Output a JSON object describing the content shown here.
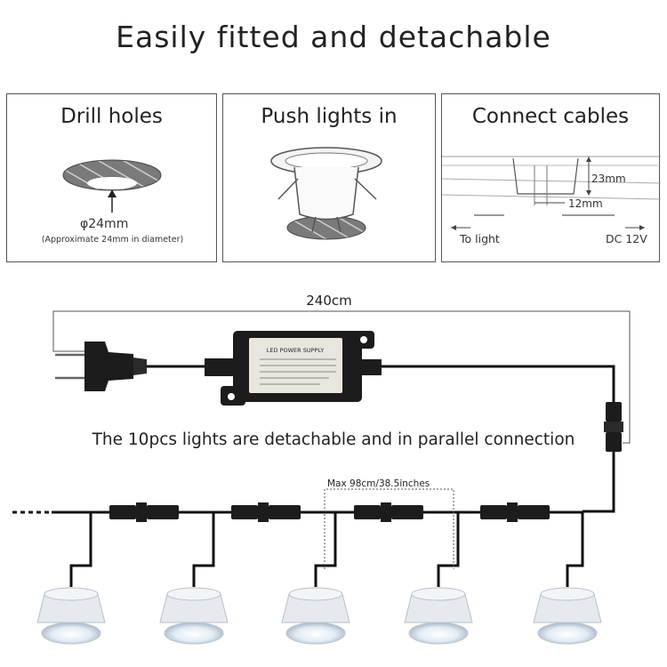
{
  "header": {
    "title": "Easily fitted and detachable"
  },
  "steps": [
    {
      "title": "Drill holes",
      "dimension": "φ24mm",
      "note": "(Approximate 24mm in diameter)"
    },
    {
      "title": "Push lights in"
    },
    {
      "title": "Connect cables",
      "height_label": "23mm",
      "width_label": "12mm",
      "left_label": "To light",
      "right_label": "DC 12V"
    }
  ],
  "wiring": {
    "cable_length": "240cm",
    "power_supply_label": "LED POWER SUPPLY",
    "caption": "The 10pcs lights are detachable and in parallel connection",
    "spacing_label": "Max 98cm/38.5inches",
    "light_count_shown": 5
  },
  "colors": {
    "cable": "#111111",
    "drill_fill": "#7a7a7a",
    "adapter_body": "#1c1c1c",
    "label_plate": "#e8e6dd"
  }
}
